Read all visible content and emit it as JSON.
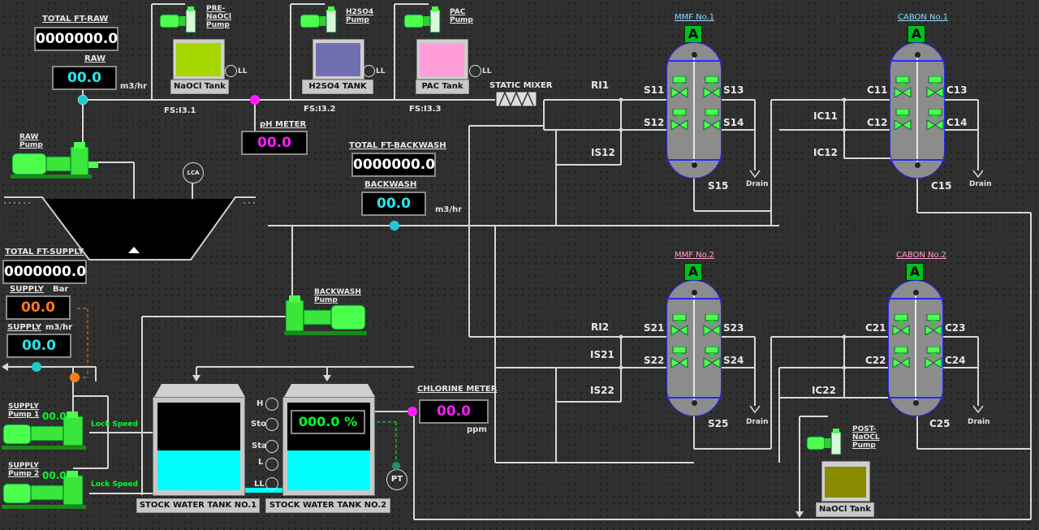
{
  "totals": {
    "raw": {
      "title": "TOTAL FT-RAW",
      "value": "0000000.0"
    },
    "backwash": {
      "title": "TOTAL FT-BACKWASH",
      "value": "0000000.0"
    },
    "supply": {
      "title": "TOTAL FT-SUPPLY",
      "value": "0000000.0"
    }
  },
  "raw_flow": {
    "label": "RAW",
    "value": "00.0",
    "unit": "m3/hr"
  },
  "backwash_flow": {
    "label": "BACKWASH",
    "value": "00.0",
    "unit": "m3/hr"
  },
  "ph_meter": {
    "label": "pH METER",
    "value": "00.0"
  },
  "chlorine_meter": {
    "label": "CHLORINE METER",
    "value": "00.0",
    "unit": "ppm"
  },
  "supply_pressure": {
    "label": "SUPPLY",
    "unit": "Bar",
    "value": "00.0"
  },
  "supply_flow": {
    "label": "SUPPLY",
    "unit": "m3/hr",
    "value": "00.0"
  },
  "stock_level": {
    "value": "000.0 %"
  },
  "pumps": {
    "raw": {
      "line1": "RAW",
      "line2": "Pump"
    },
    "backwash": {
      "line1": "BACKWASH",
      "line2": "Pump"
    },
    "supply1": {
      "line1": "SUPPLY",
      "line2": "Pump 1",
      "value": "00.0",
      "status": "Lock Speed"
    },
    "supply2": {
      "line1": "SUPPLY",
      "line2": "Pump 2",
      "value": "00.0",
      "status": "Lock Speed"
    },
    "pre_naocl": {
      "line1": "PRE-",
      "line2": "NaOCl",
      "line3": "Pump"
    },
    "h2so4": {
      "line1": "H2SO4",
      "line2": "Pump"
    },
    "pac": {
      "line1": "PAC",
      "line2": "Pump"
    },
    "post_naocl": {
      "line1": "POST-",
      "line2": "NaOCL",
      "line3": "Pump"
    }
  },
  "chem_tanks": {
    "naocl": {
      "label": "NaOCl Tank",
      "ll": "LL",
      "color": "#a6d800"
    },
    "h2so4": {
      "label": "H2SO4 TANK",
      "ll": "LL",
      "color": "#7070b0"
    },
    "pac": {
      "label": "PAC Tank",
      "ll": "LL",
      "color": "#ff9ed8"
    },
    "post_naocl": {
      "label": "NaOCl Tank",
      "color": "#8a8a00"
    }
  },
  "flow_switches": {
    "fs1": "FS:I3.1",
    "fs2": "FS:I3.2",
    "fs3": "FS:I3.3"
  },
  "static_mixer": "STATIC MIXER",
  "lca": "LCA",
  "pt": "PT",
  "stock_tanks": {
    "tank1": {
      "label": "STOCK WATER TANK NO.1",
      "level": 0.45
    },
    "tank2": {
      "label": "STOCK WATER TANK NO.2",
      "level": 0.45
    },
    "levels": [
      "H",
      "Sto",
      "Sta",
      "L",
      "LL"
    ]
  },
  "lines": {
    "ri1": "RI1",
    "ri2": "RI2",
    "is12": "IS12",
    "is21": "IS21",
    "is22": "IS22",
    "ic11": "IC11",
    "ic12": "IC12",
    "ic22": "IC22"
  },
  "vessels": {
    "mmf1": {
      "title": "MMF No.1",
      "badge": "A",
      "valves": [
        "S11",
        "S12",
        "S13",
        "S14"
      ],
      "outlet": "S15",
      "drain": "Drain"
    },
    "cabon1": {
      "title": "CABON No.1",
      "badge": "A",
      "valves": [
        "C11",
        "C12",
        "C13",
        "C14"
      ],
      "outlet": "C15",
      "drain": "Drain"
    },
    "mmf2": {
      "title": "MMF No.2",
      "badge": "A",
      "valves": [
        "S21",
        "S22",
        "S23",
        "S24"
      ],
      "outlet": "S25",
      "drain": "Drain"
    },
    "cabon2": {
      "title": "CABON No.2",
      "badge": "A",
      "valves": [
        "C21",
        "C22",
        "C23",
        "C24"
      ],
      "outlet": "C25",
      "drain": "Drain"
    }
  },
  "colors": {
    "pump_green": "#4dff4d",
    "pipe": "#d8d8d8",
    "value_cyan": "#26e8f0",
    "value_magenta": "#ff1cff",
    "value_orange": "#ff7a1a",
    "value_green": "#00ff2a",
    "water": "#00ffff",
    "vessel_fill": "#8c8c8c",
    "vessel_border": "#2a2aff"
  }
}
